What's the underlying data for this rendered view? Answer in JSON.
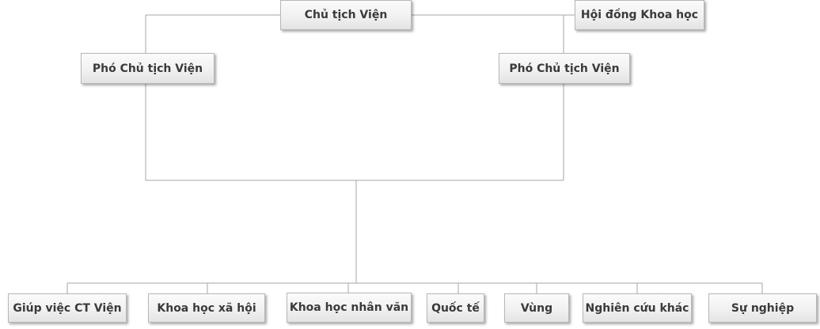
{
  "org_chart": {
    "top": {
      "chairman": "Chủ tịch Viện",
      "science_council": "Hội đồng Khoa học"
    },
    "vice_chairs": {
      "left": "Phó Chủ tịch Viện",
      "right": "Phó Chủ tịch Viện"
    },
    "units": [
      "Giúp việc CT Viện",
      "Khoa học xã hội",
      "Khoa học nhân văn",
      "Quốc tế",
      "Vùng",
      "Nghiên cứu khác",
      "Sự nghiệp"
    ]
  },
  "colors": {
    "connector": "#a6a6a6",
    "box_border": "#b8b8b8",
    "box_text": "#3a3a3a"
  }
}
